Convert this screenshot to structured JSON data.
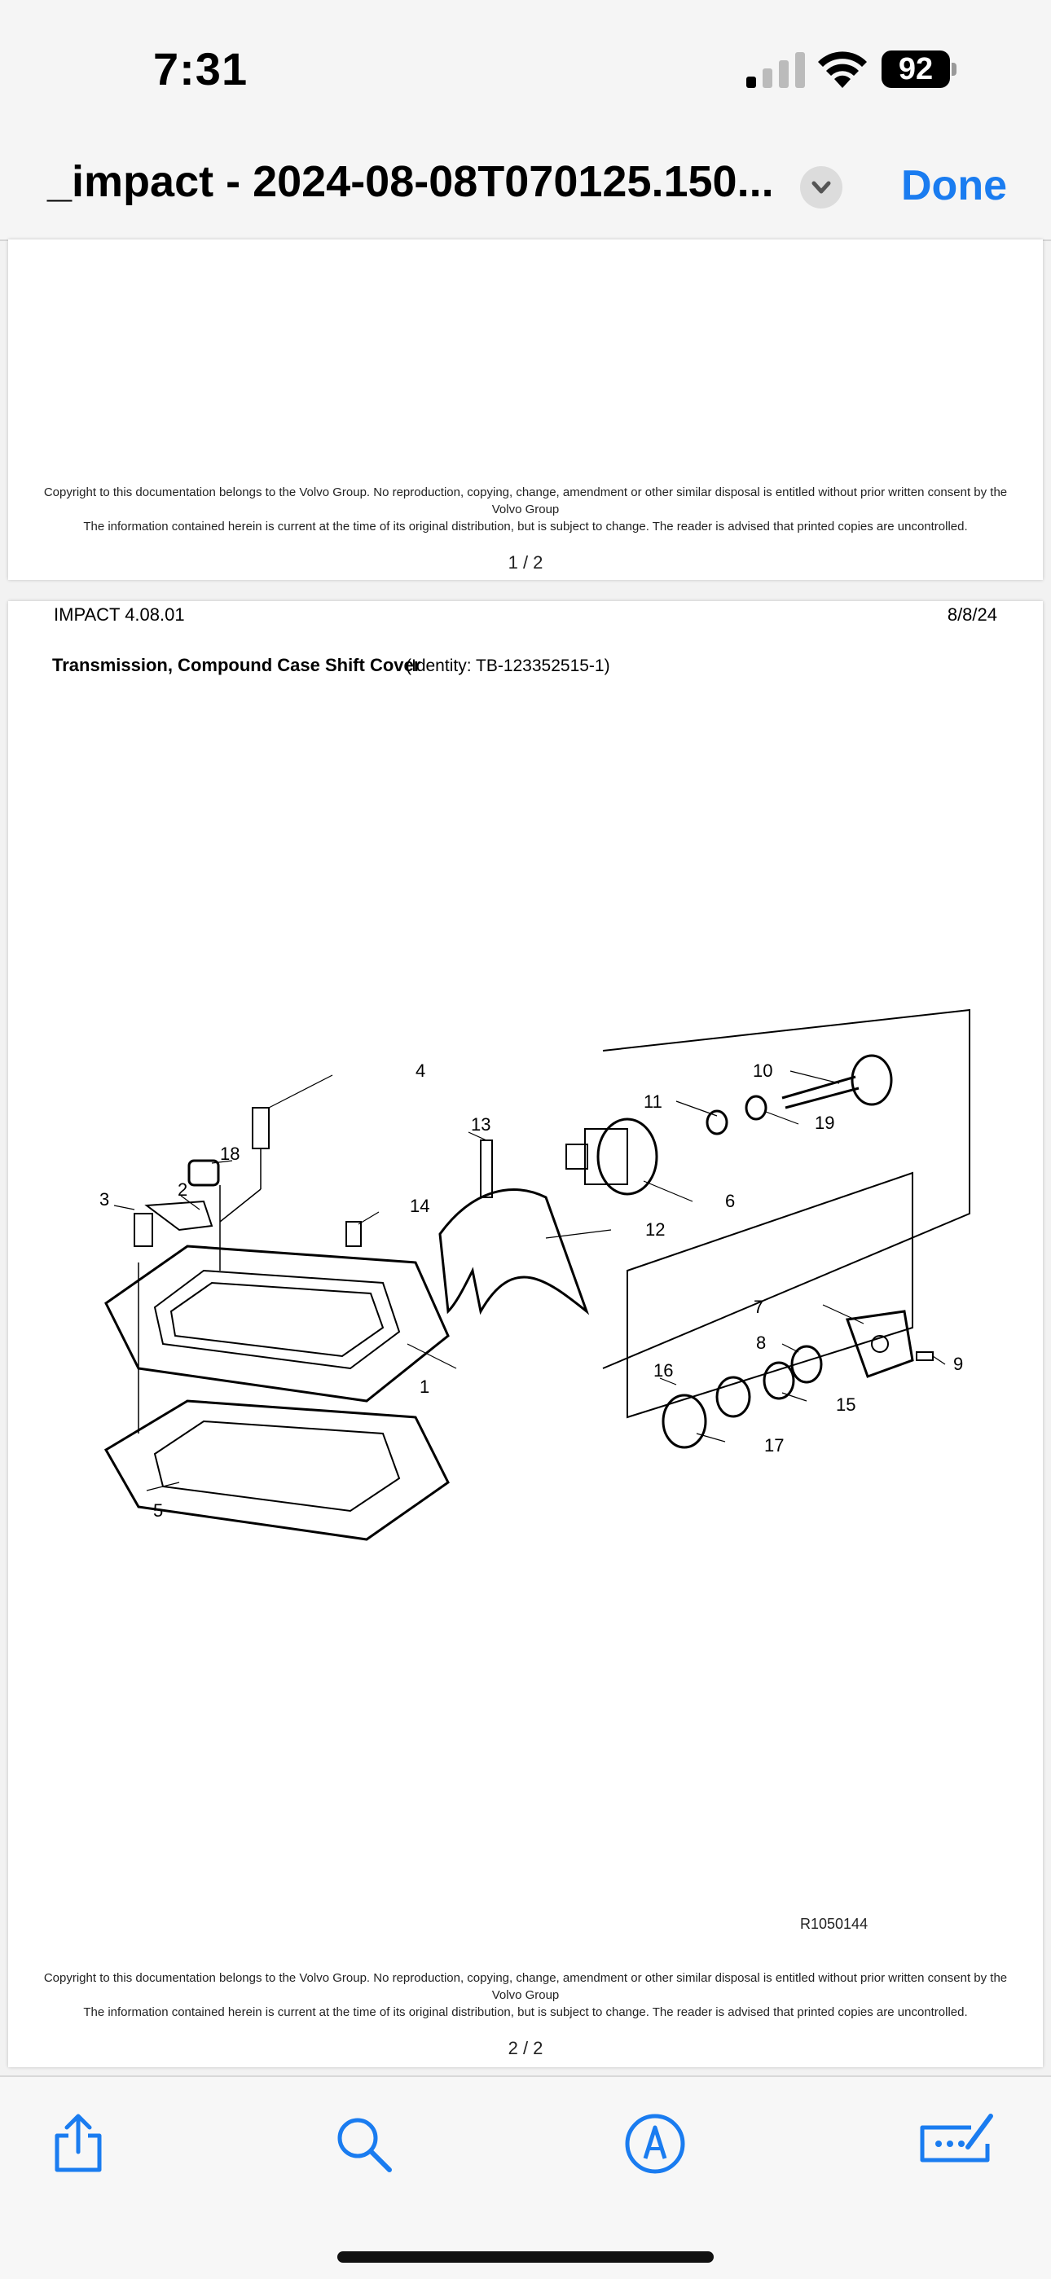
{
  "status_bar": {
    "time": "7:31",
    "battery": "92"
  },
  "nav": {
    "title": "_impact - 2024-08-08T070125.150...",
    "done_label": "Done"
  },
  "pages": [
    {
      "copyright_1": "Copyright to this documentation belongs to the Volvo Group. No reproduction, copying, change, amendment or other similar disposal is entitled without prior written consent by the Volvo Group",
      "copyright_2": "The information contained herein is current at the time of its original distribution, but is subject to change. The reader is advised that printed copies are uncontrolled.",
      "page_number": "1 / 2"
    },
    {
      "header_left": "IMPACT 4.08.01",
      "header_right": "8/8/24",
      "title": "Transmission, Compound Case Shift Cover",
      "identity": "(Identity: TB-123352515-1)",
      "figure_code": "R1050144",
      "copyright_1": "Copyright to this documentation belongs to the Volvo Group. No reproduction, copying, change, amendment or other similar disposal is entitled without prior written consent by the Volvo Group",
      "copyright_2": "The information contained herein is current at the time of its original distribution, but is subject to change. The reader is advised that printed copies are uncontrolled.",
      "page_number": "2 / 2"
    }
  ],
  "diagram_labels": {
    "l1": "1",
    "l2": "2",
    "l3": "3",
    "l4": "4",
    "l5": "5",
    "l6": "6",
    "l7": "7",
    "l8": "8",
    "l9": "9",
    "l10": "10",
    "l11": "11",
    "l12": "12",
    "l13": "13",
    "l14": "14",
    "l15": "15",
    "l16": "16",
    "l17": "17",
    "l18": "18",
    "l19": "19"
  },
  "toolbar": {
    "icons": [
      "share-icon",
      "search-icon",
      "markup-icon",
      "form-fill-icon"
    ],
    "accent_color": "#1a7cf0"
  }
}
